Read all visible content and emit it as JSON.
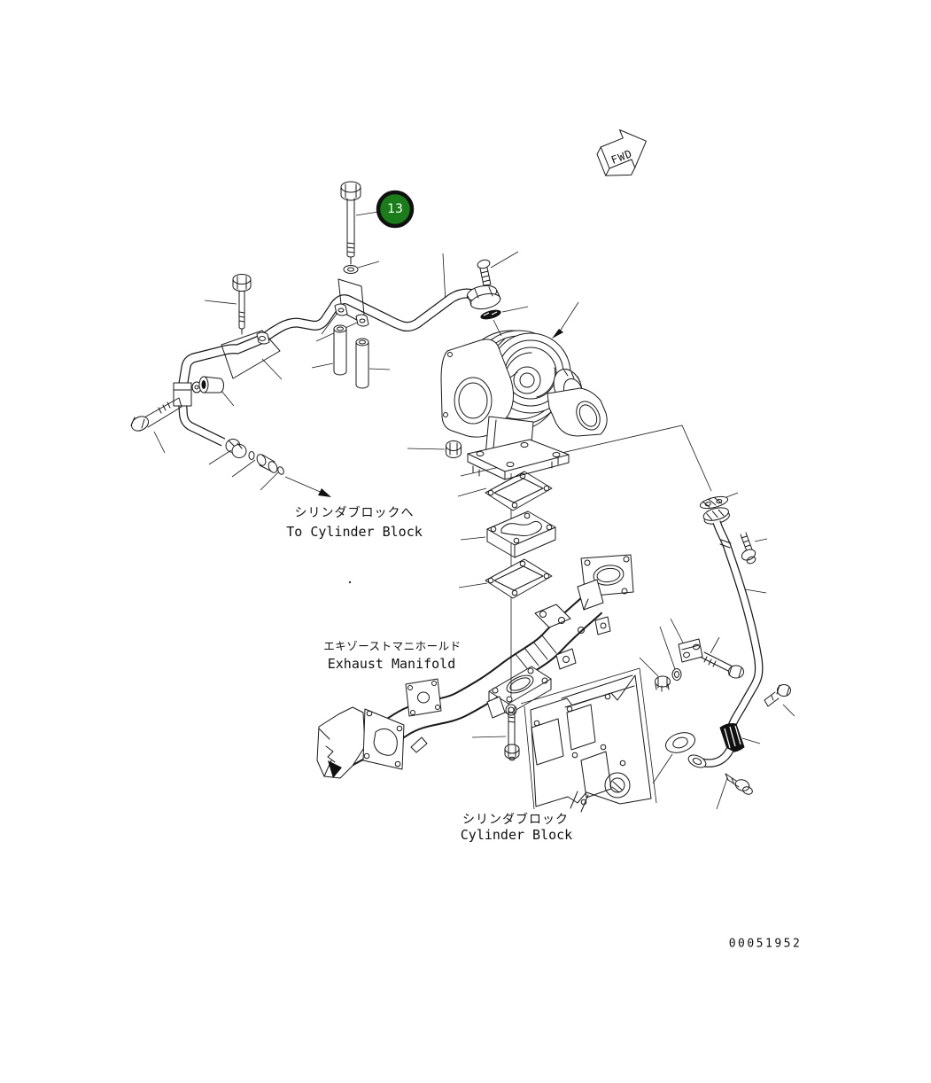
{
  "figure": {
    "type": "exploded-parts-diagram",
    "line_color": "#1a1a1a",
    "background": "#ffffff"
  },
  "callout": {
    "number": "13",
    "fill_color": "#1a7d1a",
    "ring_color": "#111111",
    "text_color": "#ffffff"
  },
  "direction_indicator": {
    "label": "FWD"
  },
  "annotations": {
    "to_cylinder_block": {
      "jp": "シリンダブロックへ",
      "en": "To Cylinder Block"
    },
    "exhaust_manifold": {
      "jp": "エキゾーストマニホールド",
      "en": "Exhaust Manifold"
    },
    "cylinder_block": {
      "jp": "シリンダブロック",
      "en": "Cylinder Block"
    }
  },
  "drawing_number": "00051952",
  "depicted_parts": [
    "mounting-bolt",
    "flange-bolt",
    "oil-supply-pipe",
    "pipe-clamp-plates",
    "pipe-clamps",
    "spacer-pins",
    "bushing",
    "connector-fitting",
    "plug",
    "turbocharger",
    "turbocharger-gasket",
    "turbocharger-spacer",
    "exhaust-manifold",
    "cylinder-block",
    "stud-bolt",
    "nut",
    "oil-drain-tube",
    "drain-tube-gasket",
    "drain-hose",
    "hose-clamp-bracket",
    "elbow-gasket",
    "washer"
  ]
}
